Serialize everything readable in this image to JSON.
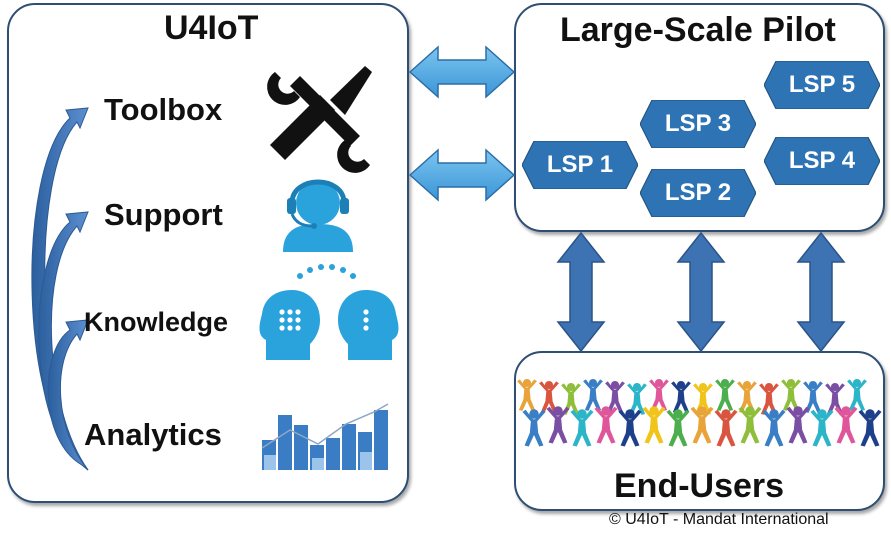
{
  "u4iot": {
    "title": "U4IoT",
    "items": [
      {
        "label": "Toolbox",
        "icon": "tools-icon"
      },
      {
        "label": "Support",
        "icon": "headset-support-icon"
      },
      {
        "label": "Knowledge",
        "icon": "knowledge-heads-icon"
      },
      {
        "label": "Analytics",
        "icon": "bar-chart-icon"
      }
    ]
  },
  "pilot": {
    "title": "Large-Scale Pilot",
    "lsps": [
      "LSP 1",
      "LSP 2",
      "LSP 3",
      "LSP 4",
      "LSP 5"
    ]
  },
  "endusers": {
    "title": "End-Users",
    "icon": "crowd-people-icon"
  },
  "copyright": "© U4IoT - Mandat International",
  "colors": {
    "border": "#2e4f73",
    "hex_fill": "#2e74b5",
    "arrow_light": "#4fa3e0",
    "arrow_blue": "#3d72b3",
    "icon_dark": "#111111",
    "icon_light_blue": "#2aa3dc"
  }
}
